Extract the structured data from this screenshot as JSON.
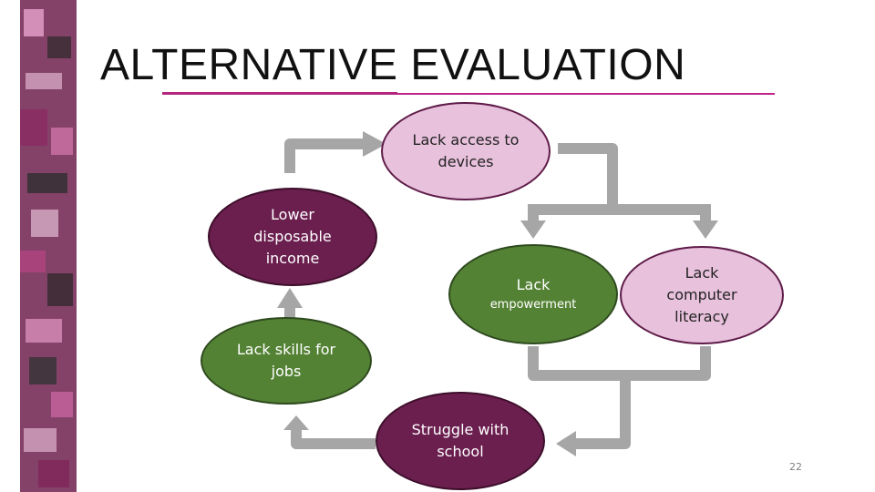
{
  "slide": {
    "title": "ALTERNATIVE EVALUATION",
    "page_number": "22"
  },
  "nodes": {
    "lack_access": {
      "line1": "Lack access to",
      "line2": "devices"
    },
    "lower_income": {
      "line1": "Lower",
      "line2": "disposable",
      "line3": "income"
    },
    "lack_empowerment": {
      "line1": "Lack",
      "line2": "empowerment"
    },
    "lack_literacy": {
      "line1": "Lack",
      "line2": "computer",
      "line3": "literacy"
    },
    "lack_skills": {
      "line1": "Lack skills for",
      "line2": "jobs"
    },
    "struggle_school": {
      "line1": "Struggle with",
      "line2": "school"
    }
  },
  "colors": {
    "pink_fill": "#e8c1dc",
    "maroon_fill": "#6b1f4f",
    "green_fill": "#548235",
    "arrow_gray": "#a6a6a6",
    "accent_magenta": "#c0228a"
  }
}
